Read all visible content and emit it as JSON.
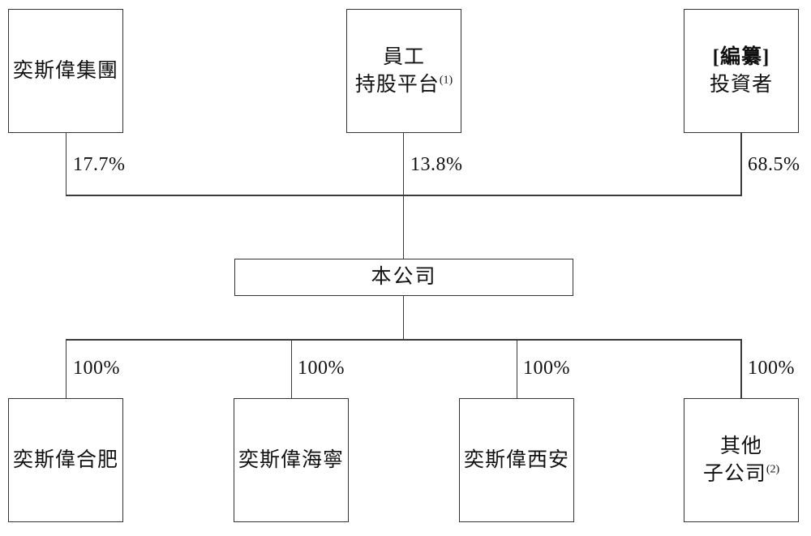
{
  "diagram": {
    "type": "org-structure-chart",
    "nodes": {
      "group": {
        "label": "奕斯偉集團",
        "ownership": "17.7%"
      },
      "esop": {
        "line1": "員工",
        "line2": "持股平台",
        "sup": "(1)",
        "ownership": "13.8%"
      },
      "investors": {
        "line1": "[編纂]",
        "line2": "投資者",
        "ownership": "68.5%"
      },
      "company": {
        "label": "本公司"
      },
      "hefei": {
        "label": "奕斯偉合肥",
        "ownership": "100%"
      },
      "haining": {
        "label": "奕斯偉海寧",
        "ownership": "100%"
      },
      "xian": {
        "label": "奕斯偉西安",
        "ownership": "100%"
      },
      "other": {
        "line1": "其他",
        "line2": "子公司",
        "sup": "(2)",
        "ownership": "100%"
      }
    },
    "colors": {
      "line": "#3a3a3a",
      "text": "#111111",
      "background": "#ffffff"
    }
  }
}
